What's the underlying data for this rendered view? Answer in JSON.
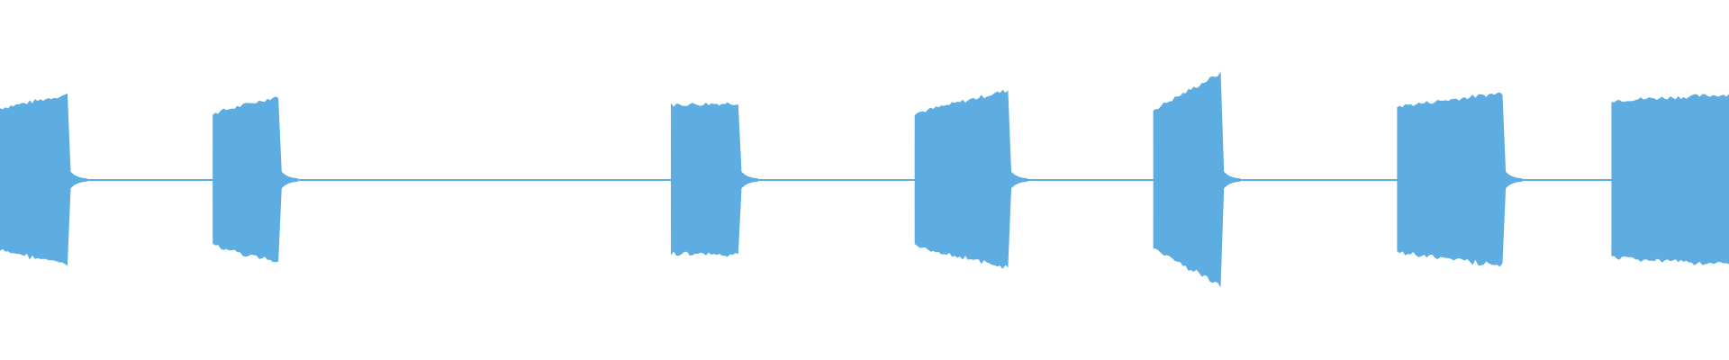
{
  "waveform": {
    "color": "#5dade2",
    "background": "#ffffff",
    "quiet_amplitude": 0.01,
    "bursts": [
      {
        "start": 0.0,
        "end": 0.039,
        "amp_start": 0.84,
        "amp_end": 1.0
      },
      {
        "start": 0.123,
        "end": 0.161,
        "amp_start": 0.78,
        "amp_end": 0.98
      },
      {
        "start": 0.388,
        "end": 0.427,
        "amp_start": 0.88,
        "amp_end": 0.9
      },
      {
        "start": 0.529,
        "end": 0.583,
        "amp_start": 0.78,
        "amp_end": 1.05
      },
      {
        "start": 0.667,
        "end": 0.706,
        "amp_start": 0.82,
        "amp_end": 1.25
      },
      {
        "start": 0.808,
        "end": 0.869,
        "amp_start": 0.86,
        "amp_end": 1.02
      },
      {
        "start": 0.932,
        "end": 1.0,
        "amp_start": 0.93,
        "amp_end": 1.0
      }
    ]
  }
}
